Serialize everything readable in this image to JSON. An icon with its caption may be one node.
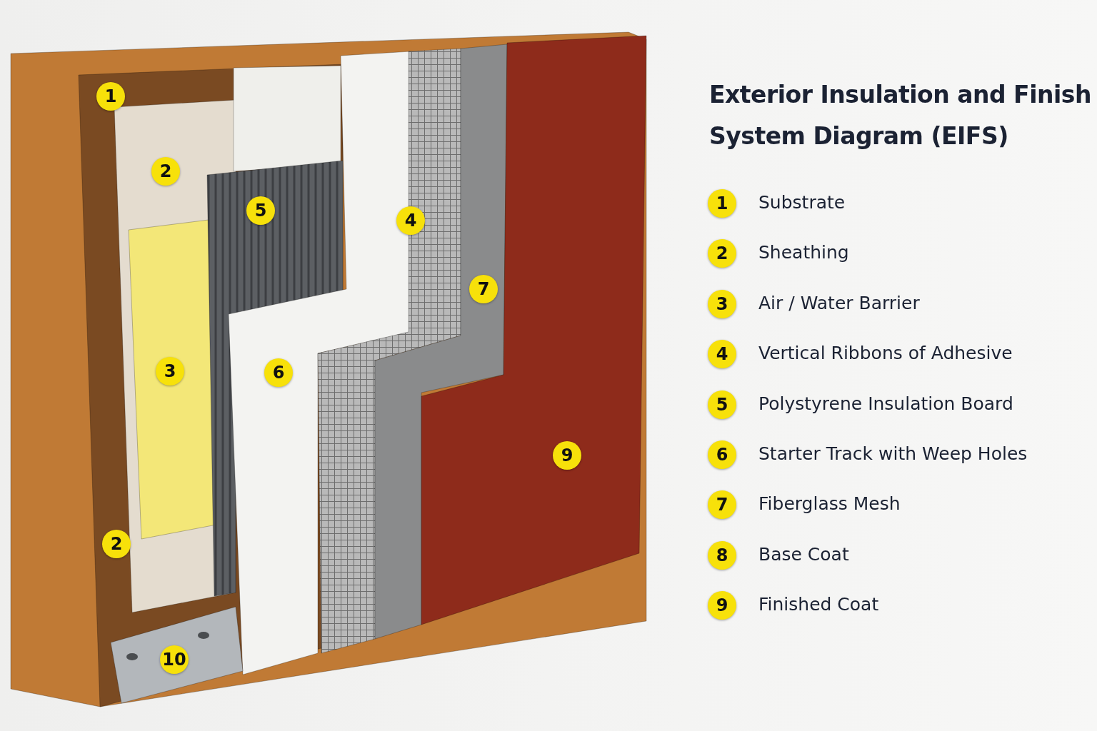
{
  "diagram": {
    "title": "Exterior Insulation and Finish System Diagram (EIFS)",
    "labels": [
      "1",
      "2",
      "5",
      "4",
      "7",
      "3",
      "6",
      "9",
      "2",
      "10",
      "1",
      "Substrate",
      "2",
      "Sheathing",
      "3",
      "Air / Water Barrier",
      "4",
      "Vertical Ribbons of Adhesive",
      "5",
      "Polystyrene Insulation Board",
      "6",
      "Starter Track with Weep Holes",
      "7",
      "Fiberglass Mesh",
      "8",
      "Base Coat",
      "9",
      "Finished Coat"
    ]
  }
}
